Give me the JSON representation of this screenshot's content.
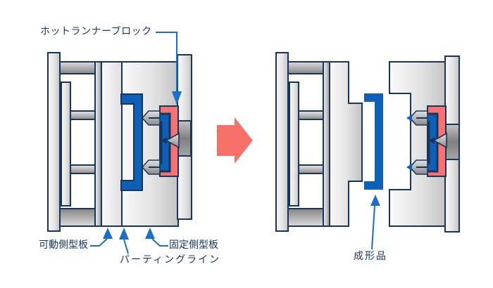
{
  "labels": {
    "hot_runner_block": "ホットランナーブロック",
    "movable_side_plate": "可動側型板",
    "parting_line": "パーティングライン",
    "fixed_side_plate": "固定側型板",
    "molded_product": "成形品"
  },
  "icons": {
    "transition_arrow": "right-arrow",
    "leader_arrows": "pointer-arrow"
  },
  "colors": {
    "outline_navy": "#17365d",
    "part_blue": "#0d60b5",
    "leader_blue": "#1b6fc4",
    "hot_runner_red": "#f87272",
    "transition_arrow_red": "#f7716b",
    "background": "#ffffff"
  }
}
